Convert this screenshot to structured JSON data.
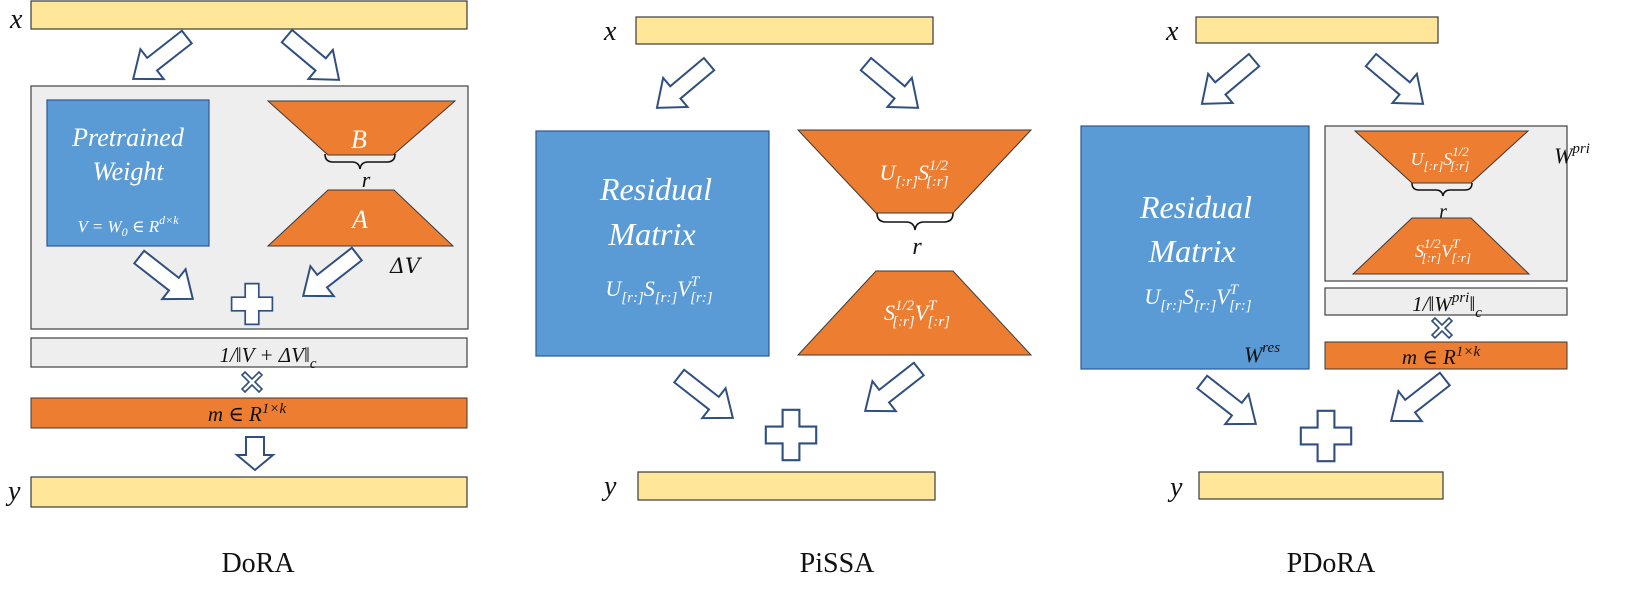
{
  "colors": {
    "input_bar": "#FFE699",
    "input_bar_stroke": "#3A3A3A",
    "blue": "#5B9BD5",
    "blue_stroke": "#2F5597",
    "orange": "#ED7D31",
    "orange_stroke": "#3A3A3A",
    "grey_panel": "#EEEEEF",
    "grey_stroke": "#404040",
    "arrow_stroke": "#2F4F80"
  },
  "dora": {
    "caption": "DoRA",
    "x_label": "x",
    "y_label": "y",
    "pretrained_line1": "Pretrained",
    "pretrained_line2": "Weight",
    "pretrained_eq_lhs": "V = W",
    "pretrained_eq_sub": "0",
    "pretrained_eq_mid": " ∈ R",
    "pretrained_eq_sup": "d×k",
    "b_label": "B",
    "a_label": "A",
    "r_label": "r",
    "delta_label": "ΔV",
    "norm_label": "1/‖V + ΔV‖",
    "norm_sub": "c",
    "m_label": "m ∈ R",
    "m_sup": "1×k"
  },
  "pissa": {
    "caption": "PiSSA",
    "x_label": "x",
    "y_label": "y",
    "residual_line1": "Residual",
    "residual_line2": "Matrix",
    "usv_u": "U",
    "usv_usub": "[r:]",
    "usv_s": "S",
    "usv_ssub": "[r:]",
    "usv_v": "V",
    "usv_vsub": "[r:]",
    "usv_vsup": "T",
    "top_u": "U",
    "top_usub": "[:r]",
    "top_s": "S",
    "top_ssup": "1/2",
    "top_ssub": "[:r]",
    "bot_s": "S",
    "bot_ssup": "1/2",
    "bot_ssub": "[:r]",
    "bot_v": "V",
    "bot_vsup": "T",
    "bot_vsub": "[:r]",
    "r_label": "r"
  },
  "pdora": {
    "caption": "PDoRA",
    "x_label": "x",
    "y_label": "y",
    "residual_line1": "Residual",
    "residual_line2": "Matrix",
    "usv_u": "U",
    "usv_usub": "[r:]",
    "usv_s": "S",
    "usv_ssub": "[r:]",
    "usv_v": "V",
    "usv_vsub": "[r:]",
    "usv_vsup": "T",
    "wres": "W",
    "wres_sup": "res",
    "wpri": "W",
    "wpri_sup": "pri",
    "top_u": "U",
    "top_usub": "[:r]",
    "top_s": "S",
    "top_ssup": "1/2",
    "top_ssub": "[:r]",
    "bot_s": "S",
    "bot_ssup": "1/2",
    "bot_ssub": "[:r]",
    "bot_v": "V",
    "bot_vsup": "T",
    "bot_vsub": "[:r]",
    "r_label": "r",
    "norm_label": "1/‖W",
    "norm_sup": "pri",
    "norm_end": "‖",
    "norm_sub": "c",
    "m_label": "m ∈ R",
    "m_sup": "1×k"
  }
}
